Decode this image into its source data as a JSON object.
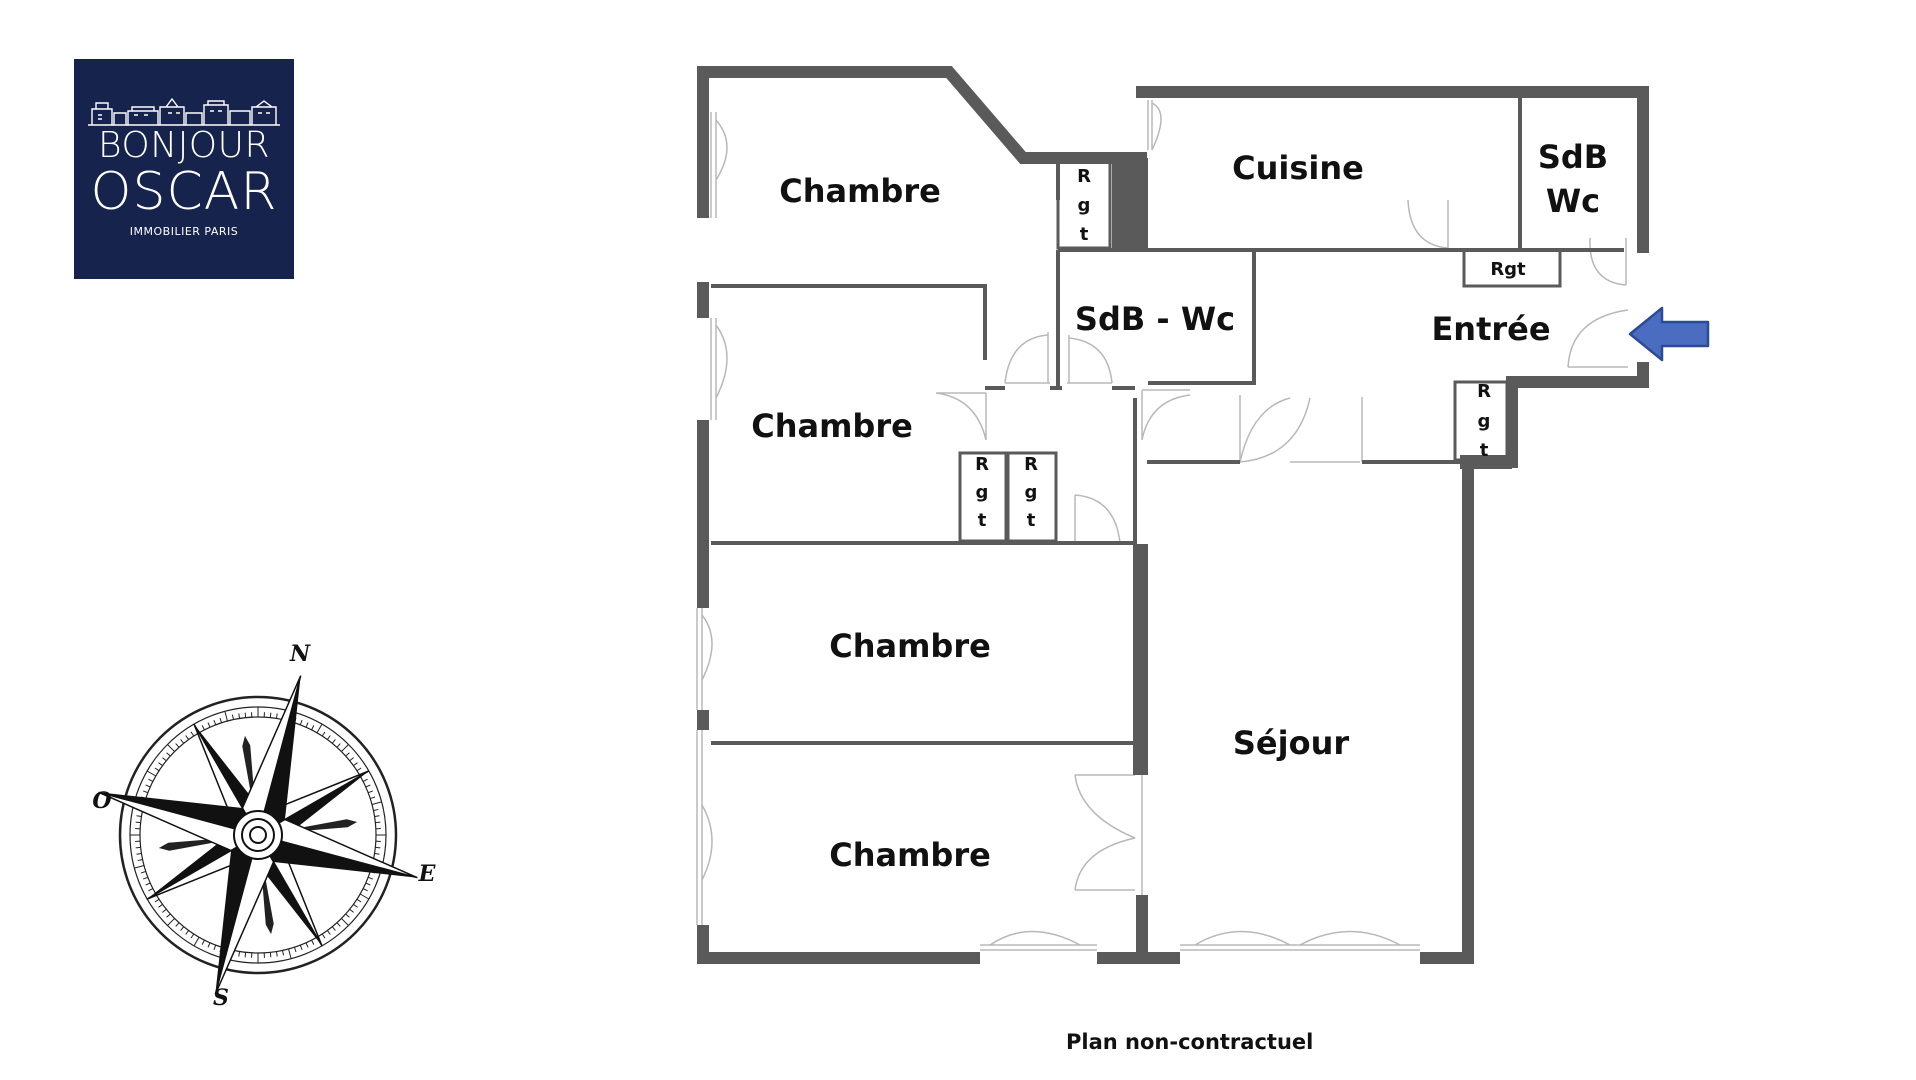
{
  "logo": {
    "line1": "BONJOUR",
    "line2": "OSCAR",
    "line3": "IMMOBILIER PARIS",
    "bg_color": "#16234d"
  },
  "rooms": {
    "chambre_top": "Chambre",
    "chambre_mid": "Chambre",
    "chambre_third": "Chambre",
    "chambre_bottom": "Chambre",
    "cuisine": "Cuisine",
    "sdb_wc_top_l1": "SdB",
    "sdb_wc_top_l2": "Wc",
    "sdb_wc_center": "SdB - Wc",
    "entree": "Entrée",
    "sejour": "Séjour"
  },
  "storage": {
    "rgt": "Rgt",
    "vertical_letters": [
      "R",
      "g",
      "t"
    ]
  },
  "compass": {
    "n": "N",
    "e": "E",
    "s": "S",
    "o": "O"
  },
  "entrance_arrow": {
    "icon": "arrow-left-icon",
    "color": "#4a6cc1"
  },
  "note": "Plan non-contractuel",
  "colors": {
    "wall": "#5a5a5a",
    "door": "#b8b8b8"
  }
}
